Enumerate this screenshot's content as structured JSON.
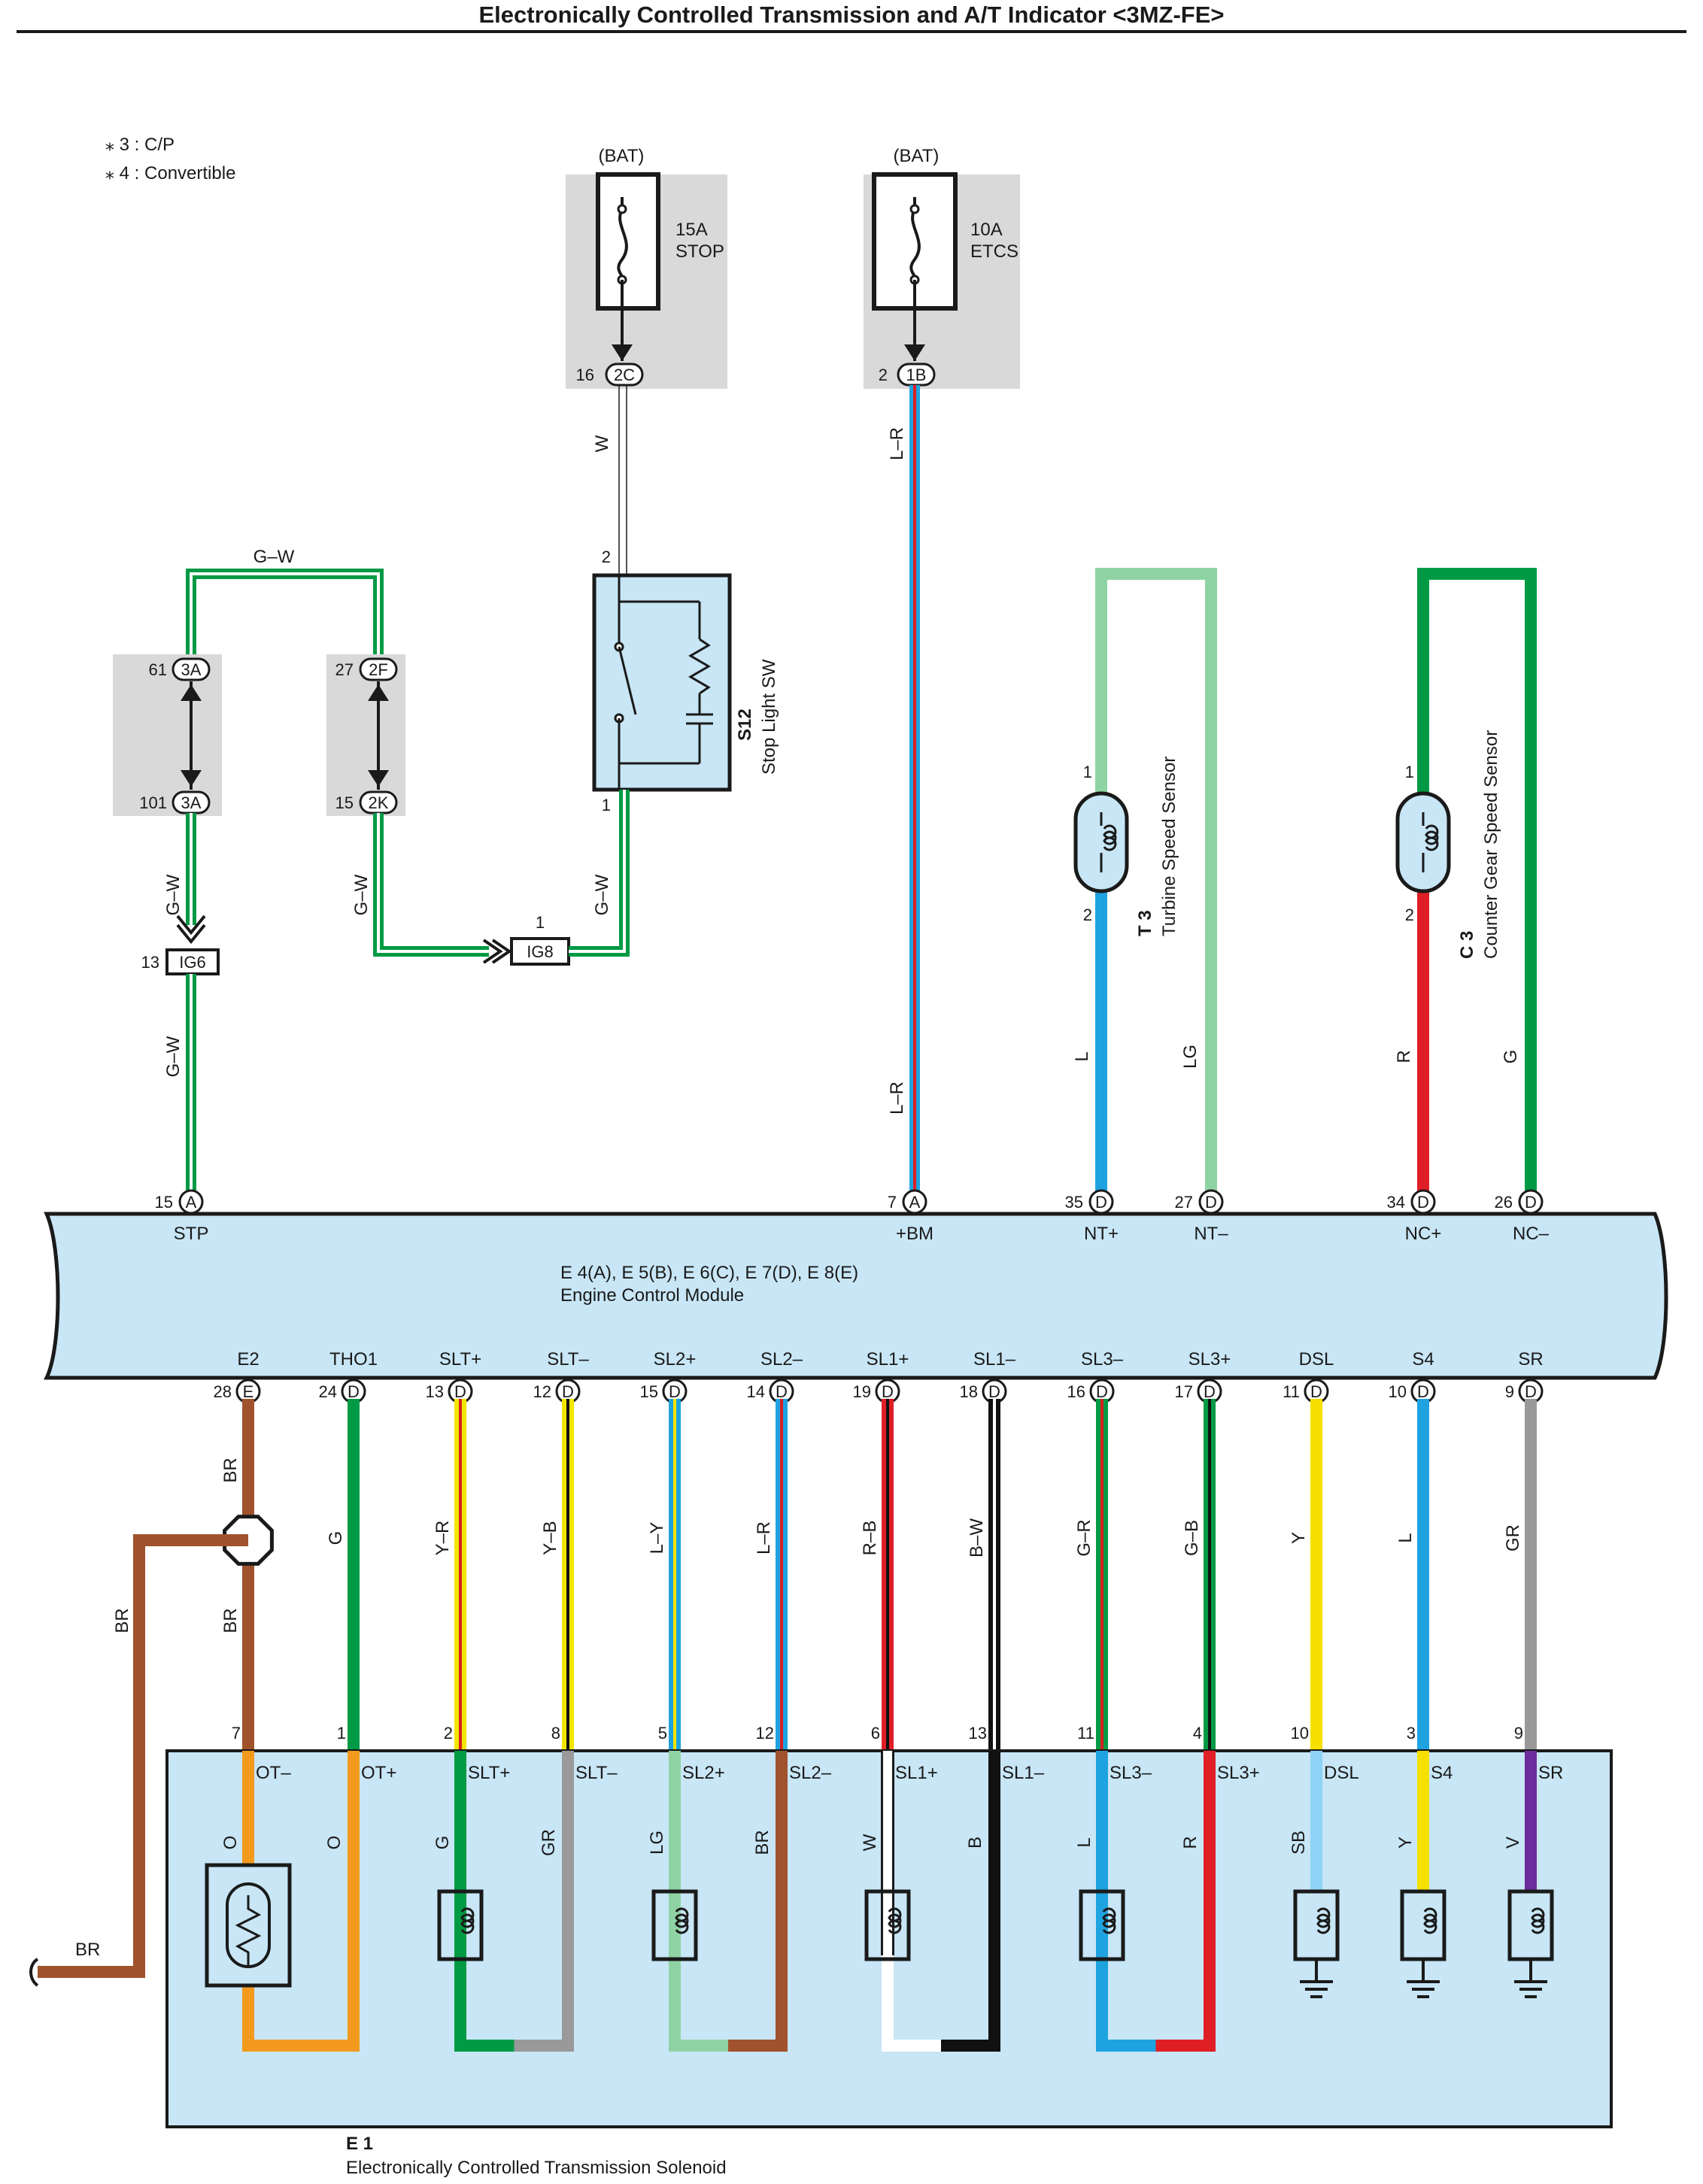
{
  "title": "Electronically Controlled Transmission and A/T Indicator <3MZ-FE>",
  "notes": [
    "⁎ 3 : C/P",
    "⁎ 4 : Convertible"
  ],
  "fuses": [
    {
      "source": "(BAT)",
      "rating": "15A",
      "name": "STOP",
      "pin": "16",
      "conn": "2C"
    },
    {
      "source": "(BAT)",
      "rating": "10A",
      "name": "ETCS",
      "pin": "2",
      "conn": "1B"
    }
  ],
  "stop_light_sw": {
    "code": "S12",
    "name": "Stop Light SW",
    "pin_top": "2",
    "pin_bottom": "1"
  },
  "junctions": [
    {
      "pin_top": "61",
      "conn_top": "3A",
      "pin_bottom": "101",
      "conn_bottom": "3A"
    },
    {
      "pin_top": "27",
      "conn_top": "2F",
      "pin_bottom": "15",
      "conn_bottom": "2K"
    }
  ],
  "ig_connectors": [
    {
      "pin": "13",
      "name": "IG6"
    },
    {
      "pin": "1",
      "name": "IG8"
    }
  ],
  "sensors": [
    {
      "code": "T 3",
      "name": "Turbine Speed Sensor",
      "pin1": "1",
      "pin2": "2"
    },
    {
      "code": "C 3",
      "name": "Counter Gear Speed Sensor",
      "pin1": "1",
      "pin2": "2"
    }
  ],
  "wire_labels": {
    "stop_w": "W",
    "gw": "G–W",
    "lr": "L–R",
    "t3_l": "L",
    "t3_lg": "LG",
    "c3_r": "R",
    "c3_g": "G",
    "br": "BR"
  },
  "ecm": {
    "codes": "E 4(A), E 5(B), E 6(C), E 7(D), E 8(E)",
    "name": "Engine Control Module",
    "top_pins": [
      {
        "num": "15",
        "conn": "A",
        "label": "STP"
      },
      {
        "num": "7",
        "conn": "A",
        "label": "+BM"
      },
      {
        "num": "35",
        "conn": "D",
        "label": "NT+"
      },
      {
        "num": "27",
        "conn": "D",
        "label": "NT–"
      },
      {
        "num": "34",
        "conn": "D",
        "label": "NC+"
      },
      {
        "num": "26",
        "conn": "D",
        "label": "NC–"
      }
    ],
    "bottom_pins": [
      {
        "num": "28",
        "conn": "E",
        "label": "E2",
        "wire": "BR",
        "sol_pin": "7",
        "sol_label": "OT–",
        "sol_color": "O",
        "color": "#A0522D",
        "stripe": ""
      },
      {
        "num": "24",
        "conn": "D",
        "label": "THO1",
        "wire": "G",
        "sol_pin": "1",
        "sol_label": "OT+",
        "sol_color": "O",
        "color": "#009A44",
        "stripe": ""
      },
      {
        "num": "13",
        "conn": "D",
        "label": "SLT+",
        "wire": "Y–R",
        "sol_pin": "2",
        "sol_label": "SLT+",
        "sol_color": "G",
        "color": "#F2E600",
        "stripe": "#D42020"
      },
      {
        "num": "12",
        "conn": "D",
        "label": "SLT–",
        "wire": "Y–B",
        "sol_pin": "8",
        "sol_label": "SLT–",
        "sol_color": "GR",
        "color": "#F2E600",
        "stripe": "#111111"
      },
      {
        "num": "15",
        "conn": "D",
        "label": "SL2+",
        "wire": "L–Y",
        "sol_pin": "5",
        "sol_label": "SL2+",
        "sol_color": "LG",
        "color": "#1FA3E0",
        "stripe": "#F2E600"
      },
      {
        "num": "14",
        "conn": "D",
        "label": "SL2–",
        "wire": "L–R",
        "sol_pin": "12",
        "sol_label": "SL2–",
        "sol_color": "BR",
        "color": "#1FA3E0",
        "stripe": "#D42020"
      },
      {
        "num": "19",
        "conn": "D",
        "label": "SL1+",
        "wire": "R–B",
        "sol_pin": "6",
        "sol_label": "SL1+",
        "sol_color": "W",
        "color": "#E01E26",
        "stripe": "#111111"
      },
      {
        "num": "18",
        "conn": "D",
        "label": "SL1–",
        "wire": "B–W",
        "sol_pin": "13",
        "sol_label": "SL1–",
        "sol_color": "B",
        "color": "#111111",
        "stripe": "#ffffff"
      },
      {
        "num": "16",
        "conn": "D",
        "label": "SL3–",
        "wire": "G–R",
        "sol_pin": "11",
        "sol_label": "SL3–",
        "sol_color": "L",
        "color": "#009A44",
        "stripe": "#D42020"
      },
      {
        "num": "17",
        "conn": "D",
        "label": "SL3+",
        "wire": "G–B",
        "sol_pin": "4",
        "sol_label": "SL3+",
        "sol_color": "R",
        "color": "#009A44",
        "stripe": "#111111"
      },
      {
        "num": "11",
        "conn": "D",
        "label": "DSL",
        "wire": "Y",
        "sol_pin": "10",
        "sol_label": "DSL",
        "sol_color": "SB",
        "color": "#F5E000",
        "stripe": ""
      },
      {
        "num": "10",
        "conn": "D",
        "label": "S4",
        "wire": "L",
        "sol_pin": "3",
        "sol_label": "S4",
        "sol_color": "Y",
        "color": "#1FA3E0",
        "stripe": ""
      },
      {
        "num": "9",
        "conn": "D",
        "label": "SR",
        "wire": "GR",
        "sol_pin": "9",
        "sol_label": "SR",
        "sol_color": "V",
        "color": "#999999",
        "stripe": ""
      }
    ]
  },
  "solenoid": {
    "code": "E 1",
    "name": "Electronically Controlled Transmission Solenoid"
  },
  "colors": {
    "panel": "#C8E6F5",
    "shade": "#D9D9D9",
    "green": "#009A44",
    "lightgreen": "#8FD3A5",
    "blue": "#1FA3E0",
    "red": "#E01E26",
    "brown": "#A0522D",
    "orange": "#F39A1E",
    "grey": "#999999",
    "skyblue": "#8ED3F5",
    "violet": "#6A2D9B",
    "yellow": "#F5E000"
  }
}
